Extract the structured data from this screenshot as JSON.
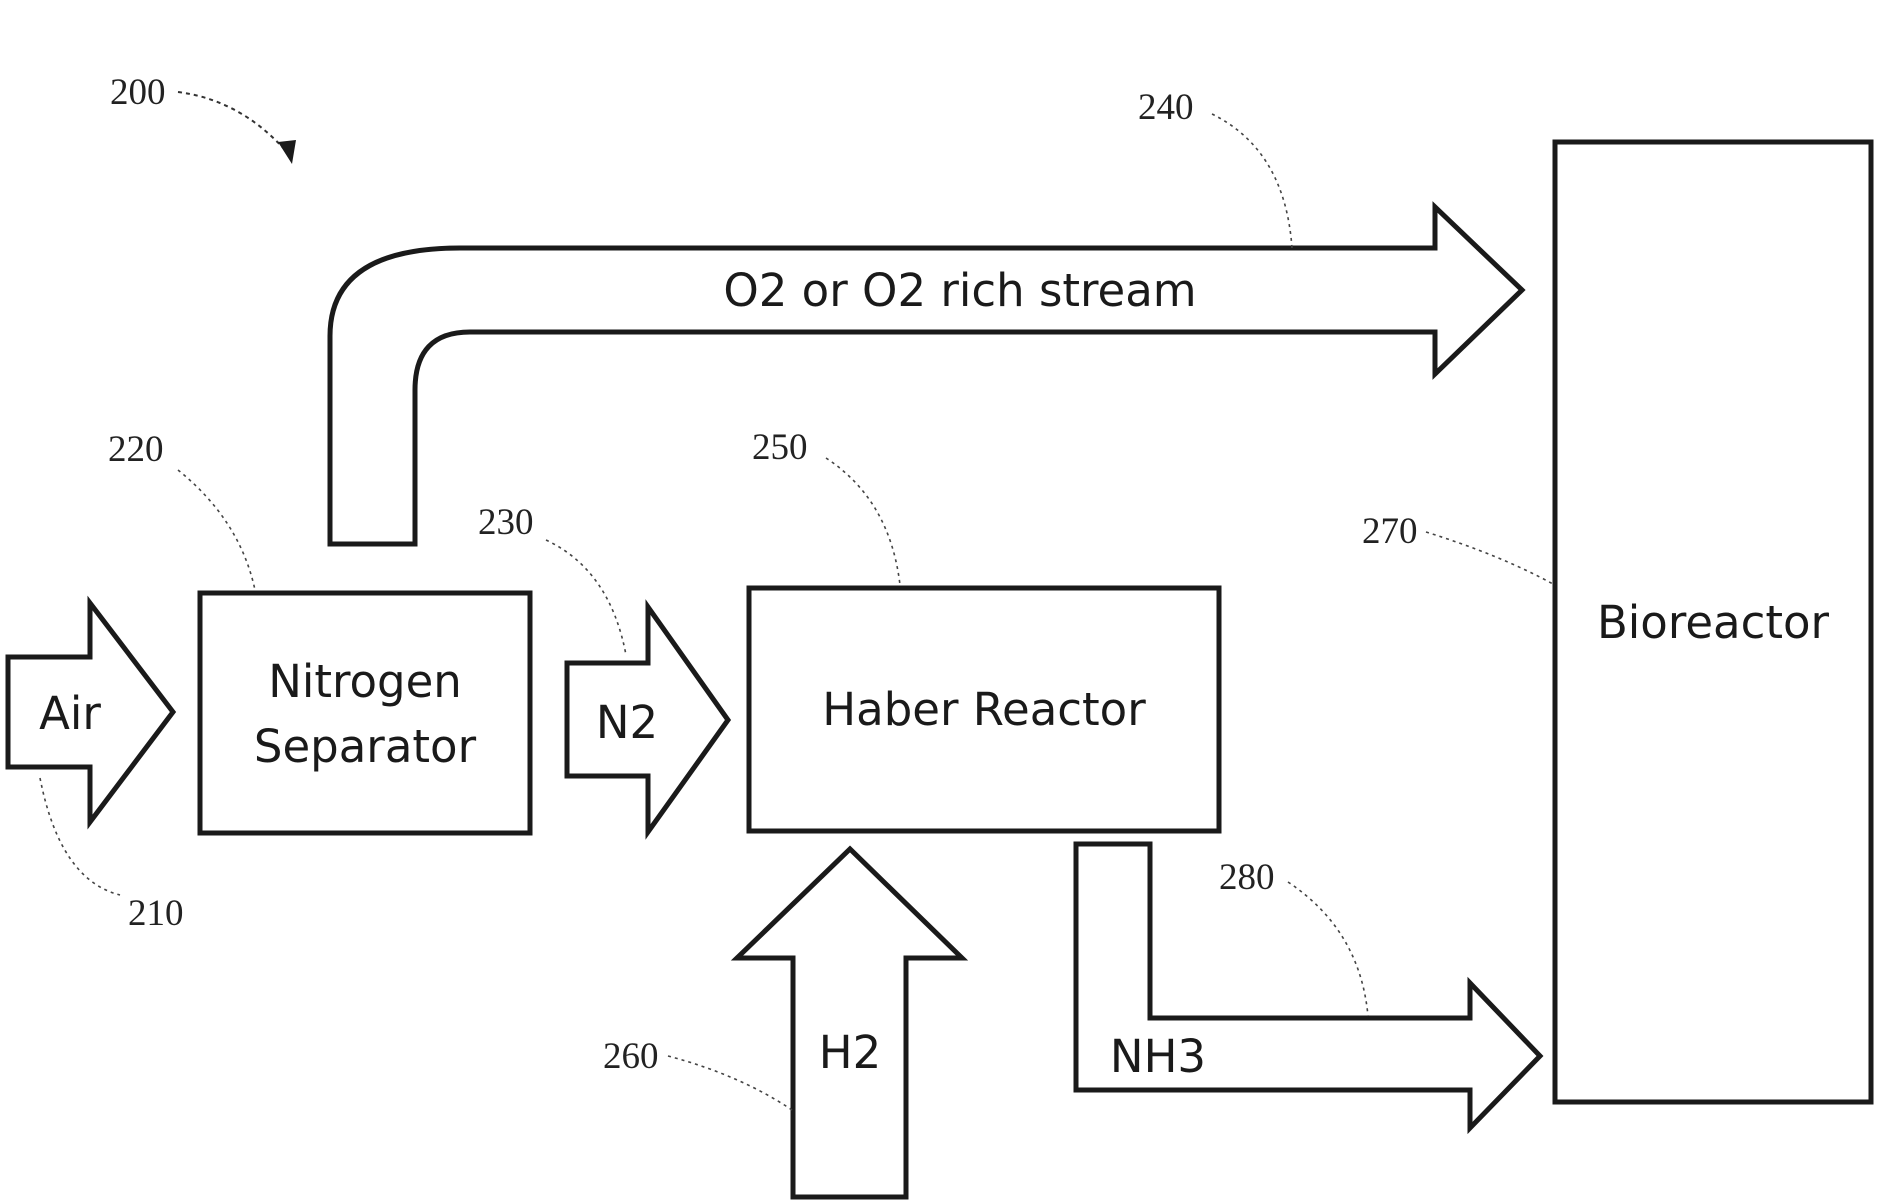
{
  "figure": {
    "ref": "200"
  },
  "components": {
    "nitrogen_separator": {
      "line1": "Nitrogen",
      "line2": "Separator",
      "ref": "220"
    },
    "haber_reactor": {
      "label": "Haber Reactor",
      "ref": "250"
    },
    "bioreactor": {
      "label": "Bioreactor",
      "ref": "270"
    }
  },
  "streams": {
    "air": {
      "label": "Air",
      "ref": "210"
    },
    "n2": {
      "label": "N2",
      "ref": "230"
    },
    "o2": {
      "label": "O2 or O2 rich stream",
      "ref": "240"
    },
    "h2": {
      "label": "H2",
      "ref": "260"
    },
    "nh3": {
      "label": "NH3",
      "ref": "280"
    }
  }
}
